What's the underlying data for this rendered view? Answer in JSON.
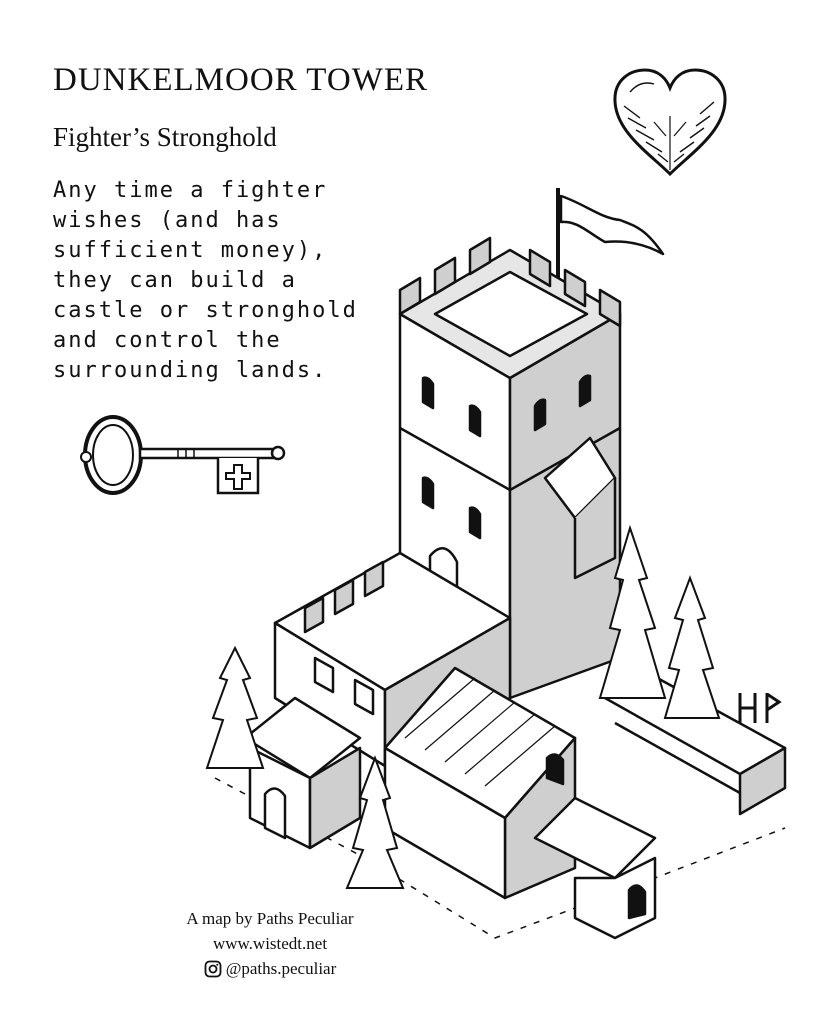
{
  "header": {
    "title": "DUNKELMOOR TOWER",
    "subtitle": "Fighter’s Stronghold"
  },
  "description": "Any time a fighter wishes (and has sufficient money), they can build a castle or stronghold and control the surrounding lands.",
  "illustrations": {
    "heart": "heart-icon",
    "key": "key-icon",
    "castle": "castle-tower-illustration",
    "signature": "ᚺᚹ"
  },
  "credits": {
    "line1": "A map by Paths Peculiar",
    "line2": "www.wistedt.net",
    "instagram": "@paths.peculiar",
    "instagram_icon": "instagram-icon"
  },
  "colors": {
    "ink": "#111111",
    "shade": "#cfcfcf",
    "paper": "#ffffff"
  }
}
